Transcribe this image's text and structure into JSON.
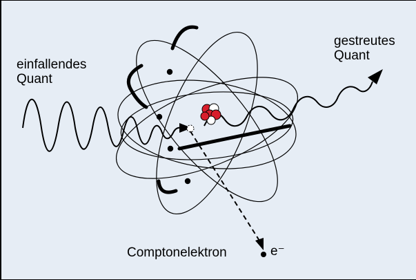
{
  "labels": {
    "incident_line1": "einfallendes",
    "incident_line2": "Quant",
    "scattered_line1": "gestreutes",
    "scattered_line2": "Quant",
    "compton_electron": "Comptonelektron",
    "electron_symbol": "e⁻"
  },
  "colors": {
    "background": "#e6edf5",
    "nucleus_red": "#d81e2c",
    "line": "#000000"
  }
}
